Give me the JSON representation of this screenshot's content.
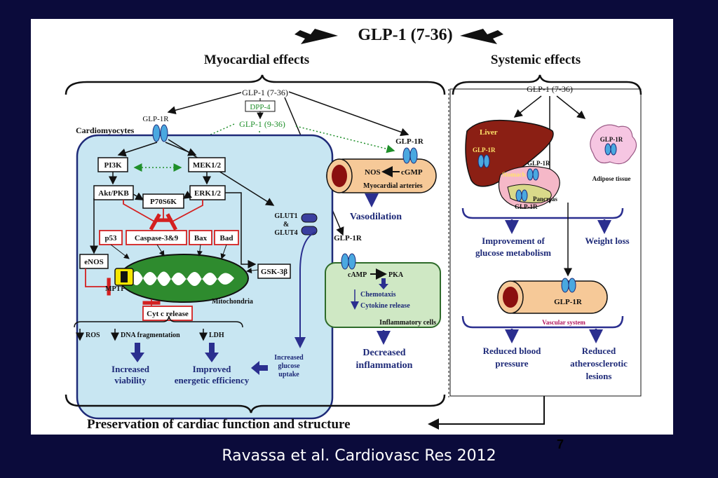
{
  "figure": {
    "title": "GLP-1 (7-36)",
    "left_heading": "Myocardial effects",
    "right_heading": "Systemic effects",
    "bottom_outcome": "Preservation of cardiac function and structure"
  },
  "myocardial": {
    "glp1_top": "GLP-1 (7-36)",
    "dpp4": "DPP-4",
    "glp1_metabolite": "GLP-1 (9-36)",
    "glp1r": "GLP-1R",
    "cardiomyocytes": "Cardiomyocytes",
    "pi3k": "PI3K",
    "mek": "MEK1/2",
    "akt": "Akt/PKB",
    "erk": "ERK1/2",
    "p70s6k": "P70S6K",
    "p53": "p53",
    "caspase": "Caspase-3&9",
    "bax": "Bax",
    "bad": "Bad",
    "enos": "eNOS",
    "gsk": "GSK-3β",
    "mptp": "MPTP",
    "mitochondria": "Mitochondria",
    "cytc": "Cyt c release",
    "ros": "ROS",
    "dna": "DNA fragmentation",
    "ldh": "LDH",
    "viability": [
      "Increased",
      "viability"
    ],
    "energetic": [
      "Improved",
      "energetic efficiency"
    ],
    "glut1": "GLUT1",
    "amp": "&",
    "glut4": "GLUT4",
    "glucose": [
      "Increased",
      "glucose",
      "uptake"
    ],
    "artery_glp1r": "GLP-1R",
    "nos": "NOS",
    "cgmp": "cGMP",
    "arteries": "Myocardial arteries",
    "vasodilation": "Vasodilation",
    "inflam_glp1r": "GLP-1R",
    "camp": "cAMP",
    "pka": "PKA",
    "chemotaxis": "Chemotaxis",
    "cytokine": "Cytokine release",
    "inflam_cells": "Inflammatory cells",
    "decreased_inflammation": [
      "Decreased",
      "inflammation"
    ]
  },
  "systemic": {
    "glp1_top": "GLP-1 (7-36)",
    "liver": "Liver",
    "liver_glp1r": "GLP-1R",
    "stomach": "Stomach",
    "stomach_glp1r": "GLP-1R",
    "pancreas": "Pancreas",
    "pancreas_glp1r": "GLP-1R",
    "adipose_glp1r": "GLP-1R",
    "adipose": "Adipose tissue",
    "glucose_metabolism": [
      "Improvement of",
      "glucose metabolism"
    ],
    "weight_loss": "Weight loss",
    "vessel_glp1r": "GLP-1R",
    "vascular_system": "Vascular system",
    "blood_pressure": [
      "Reduced blood",
      "pressure"
    ],
    "atherosclerotic": [
      "Reduced",
      "atherosclerotic",
      "lesions"
    ]
  },
  "citation": "Ravassa et al. Cardiovasc Res 2012",
  "slide_number": "7",
  "colors": {
    "background": "#0b0b3b",
    "cell": "#c8e6f2",
    "mitochondria": "#2e8b2e",
    "outcome_text": "#1e2a78",
    "inhibition": "#d42020",
    "receptor": "#4aa8e0",
    "vessel": "#f6c998",
    "liver": "#8b1f14"
  }
}
